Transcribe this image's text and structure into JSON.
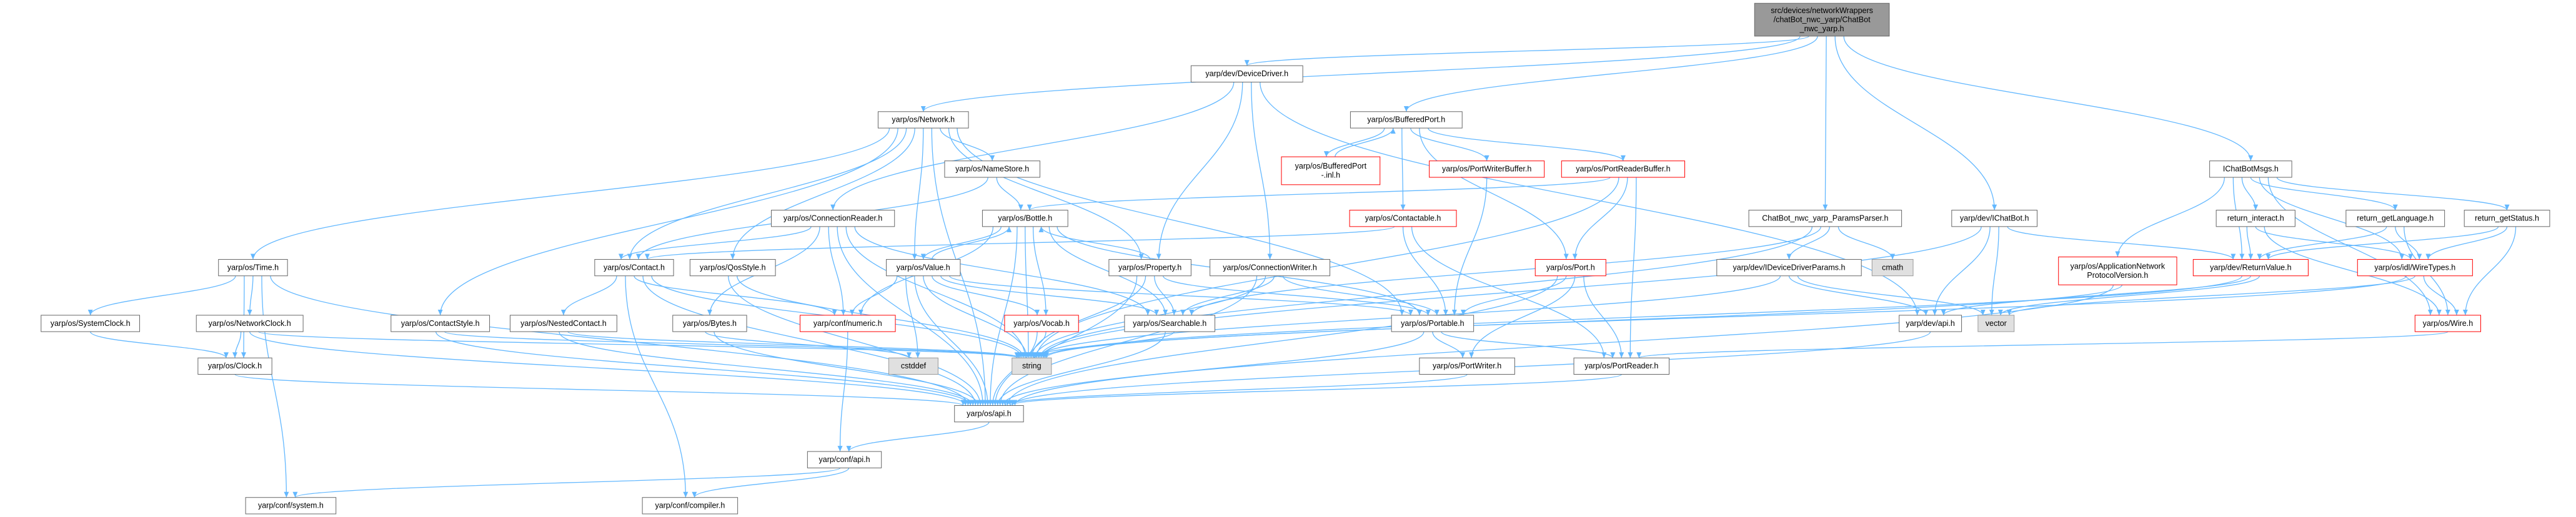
{
  "colors": {
    "edge": "#63b8ff",
    "node_fill": "#ffffff",
    "node_border": "#666666",
    "text": "#000000"
  },
  "nodes": [
    {
      "label": [
        "src/devices/networkWrappers",
        "/chatBot_nwc_yarp/ChatBot",
        "_nwc_yarp.h"
      ],
      "fill": "#999999",
      "border": "#666666"
    },
    {
      "label": [
        "yarp/dev/DeviceDriver.h"
      ]
    },
    {
      "label": [
        "yarp/os/Network.h"
      ]
    },
    {
      "label": [
        "yarp/os/BufferedPort.h"
      ]
    },
    {
      "label": [
        "yarp/os/NameStore.h"
      ]
    },
    {
      "label": [
        "yarp/os/BufferedPort",
        "-.inl.h"
      ],
      "border": "#ff0000"
    },
    {
      "label": [
        "yarp/os/PortWriterBuffer.h"
      ],
      "border": "#ff0000"
    },
    {
      "label": [
        "yarp/os/PortReaderBuffer.h"
      ],
      "border": "#ff0000"
    },
    {
      "label": [
        "IChatBotMsgs.h"
      ]
    },
    {
      "label": [
        "yarp/os/ConnectionReader.h"
      ]
    },
    {
      "label": [
        "yarp/os/Bottle.h"
      ]
    },
    {
      "label": [
        "yarp/os/Contactable.h"
      ],
      "border": "#ff0000"
    },
    {
      "label": [
        "ChatBot_nwc_yarp_ParamsParser.h"
      ]
    },
    {
      "label": [
        "yarp/dev/IChatBot.h"
      ]
    },
    {
      "label": [
        "return_interact.h"
      ]
    },
    {
      "label": [
        "return_getLanguage.h"
      ]
    },
    {
      "label": [
        "return_getStatus.h"
      ]
    },
    {
      "label": [
        "yarp/os/Time.h"
      ]
    },
    {
      "label": [
        "yarp/os/Contact.h"
      ]
    },
    {
      "label": [
        "yarp/os/QosStyle.h"
      ]
    },
    {
      "label": [
        "yarp/os/Value.h"
      ]
    },
    {
      "label": [
        "yarp/os/Property.h"
      ]
    },
    {
      "label": [
        "yarp/os/ConnectionWriter.h"
      ]
    },
    {
      "label": [
        "yarp/os/Port.h"
      ],
      "border": "#ff0000"
    },
    {
      "label": [
        "yarp/dev/IDeviceDriverParams.h"
      ]
    },
    {
      "label": [
        "cmath"
      ],
      "fill": "#e0e0e0",
      "border": "#999999"
    },
    {
      "label": [
        "yarp/os/ApplicationNetwork",
        "ProtocolVersion.h"
      ],
      "border": "#ff0000"
    },
    {
      "label": [
        "yarp/dev/ReturnValue.h"
      ],
      "border": "#ff0000"
    },
    {
      "label": [
        "yarp/os/idl/WireTypes.h"
      ],
      "border": "#ff0000"
    },
    {
      "label": [
        "yarp/os/SystemClock.h"
      ]
    },
    {
      "label": [
        "yarp/os/NetworkClock.h"
      ]
    },
    {
      "label": [
        "yarp/os/ContactStyle.h"
      ]
    },
    {
      "label": [
        "yarp/os/NestedContact.h"
      ]
    },
    {
      "label": [
        "yarp/os/Bytes.h"
      ]
    },
    {
      "label": [
        "yarp/conf/numeric.h"
      ],
      "border": "#ff0000"
    },
    {
      "label": [
        "yarp/os/Vocab.h"
      ],
      "border": "#ff0000"
    },
    {
      "label": [
        "yarp/os/Searchable.h"
      ]
    },
    {
      "label": [
        "yarp/os/Portable.h"
      ]
    },
    {
      "label": [
        "yarp/dev/api.h"
      ]
    },
    {
      "label": [
        "vector"
      ],
      "fill": "#e0e0e0",
      "border": "#999999"
    },
    {
      "label": [
        "yarp/os/Wire.h"
      ],
      "border": "#ff0000"
    },
    {
      "label": [
        "yarp/os/Clock.h"
      ]
    },
    {
      "label": [
        "cstddef"
      ],
      "fill": "#e0e0e0",
      "border": "#999999"
    },
    {
      "label": [
        "string"
      ],
      "fill": "#e0e0e0",
      "border": "#999999"
    },
    {
      "label": [
        "yarp/os/PortWriter.h"
      ]
    },
    {
      "label": [
        "yarp/os/PortReader.h"
      ]
    },
    {
      "label": [
        "yarp/os/api.h"
      ]
    },
    {
      "label": [
        "yarp/conf/api.h"
      ]
    },
    {
      "label": [
        "yarp/conf/system.h"
      ]
    },
    {
      "label": [
        "yarp/conf/compiler.h"
      ]
    }
  ],
  "edges": [
    [
      0,
      1
    ],
    [
      0,
      2
    ],
    [
      0,
      3
    ],
    [
      0,
      12
    ],
    [
      0,
      13
    ],
    [
      0,
      8
    ],
    [
      1,
      9
    ],
    [
      1,
      21
    ],
    [
      1,
      22
    ],
    [
      1,
      38
    ],
    [
      2,
      17
    ],
    [
      2,
      18
    ],
    [
      2,
      19
    ],
    [
      2,
      31
    ],
    [
      2,
      4
    ],
    [
      2,
      20
    ],
    [
      2,
      21
    ],
    [
      2,
      37
    ],
    [
      2,
      46
    ],
    [
      3,
      5
    ],
    [
      5,
      3
    ],
    [
      3,
      6
    ],
    [
      3,
      7
    ],
    [
      3,
      11
    ],
    [
      3,
      23
    ],
    [
      4,
      10
    ],
    [
      4,
      18
    ],
    [
      6,
      37
    ],
    [
      7,
      23
    ],
    [
      7,
      45
    ],
    [
      7,
      10
    ],
    [
      7,
      43
    ],
    [
      8,
      14
    ],
    [
      8,
      15
    ],
    [
      8,
      16
    ],
    [
      8,
      26
    ],
    [
      8,
      27
    ],
    [
      8,
      28
    ],
    [
      8,
      40
    ],
    [
      9,
      18
    ],
    [
      9,
      33
    ],
    [
      9,
      34
    ],
    [
      9,
      36
    ],
    [
      9,
      43
    ],
    [
      9,
      46
    ],
    [
      10,
      20
    ],
    [
      20,
      10
    ],
    [
      10,
      36
    ],
    [
      10,
      37
    ],
    [
      10,
      35
    ],
    [
      10,
      43
    ],
    [
      10,
      46
    ],
    [
      10,
      34
    ],
    [
      11,
      18
    ],
    [
      11,
      37
    ],
    [
      11,
      45
    ],
    [
      12,
      24
    ],
    [
      12,
      25
    ],
    [
      12,
      36
    ],
    [
      12,
      43
    ],
    [
      13,
      38
    ],
    [
      13,
      27
    ],
    [
      13,
      39
    ],
    [
      13,
      43
    ],
    [
      14,
      27
    ],
    [
      14,
      28
    ],
    [
      14,
      40
    ],
    [
      15,
      27
    ],
    [
      15,
      28
    ],
    [
      15,
      40
    ],
    [
      16,
      27
    ],
    [
      16,
      28
    ],
    [
      16,
      40
    ],
    [
      17,
      29
    ],
    [
      17,
      30
    ],
    [
      17,
      41
    ],
    [
      17,
      46
    ],
    [
      17,
      48
    ],
    [
      18,
      32
    ],
    [
      18,
      34
    ],
    [
      18,
      43
    ],
    [
      18,
      46
    ],
    [
      18,
      49
    ],
    [
      19,
      43
    ],
    [
      19,
      46
    ],
    [
      20,
      36
    ],
    [
      20,
      35
    ],
    [
      20,
      34
    ],
    [
      20,
      42
    ],
    [
      20,
      43
    ],
    [
      20,
      46
    ],
    [
      20,
      37
    ],
    [
      21,
      36
    ],
    [
      21,
      37
    ],
    [
      21,
      43
    ],
    [
      21,
      46
    ],
    [
      21,
      10
    ],
    [
      22,
      36
    ],
    [
      22,
      43
    ],
    [
      22,
      46
    ],
    [
      22,
      37
    ],
    [
      23,
      37
    ],
    [
      23,
      44
    ],
    [
      23,
      45
    ],
    [
      23,
      46
    ],
    [
      24,
      38
    ],
    [
      24,
      43
    ],
    [
      24,
      39
    ],
    [
      26,
      43
    ],
    [
      26,
      46
    ],
    [
      27,
      38
    ],
    [
      27,
      39
    ],
    [
      27,
      43
    ],
    [
      28,
      40
    ],
    [
      28,
      39
    ],
    [
      28,
      43
    ],
    [
      29,
      41
    ],
    [
      30,
      41
    ],
    [
      30,
      43
    ],
    [
      30,
      46
    ],
    [
      31,
      43
    ],
    [
      31,
      46
    ],
    [
      32,
      43
    ],
    [
      32,
      46
    ],
    [
      33,
      42
    ],
    [
      33,
      46
    ],
    [
      34,
      47
    ],
    [
      35,
      43
    ],
    [
      35,
      46
    ],
    [
      36,
      43
    ],
    [
      36,
      46
    ],
    [
      37,
      44
    ],
    [
      37,
      45
    ],
    [
      37,
      46
    ],
    [
      38,
      46
    ],
    [
      40,
      45
    ],
    [
      41,
      46
    ],
    [
      44,
      46
    ],
    [
      45,
      46
    ],
    [
      46,
      47
    ],
    [
      47,
      48
    ],
    [
      47,
      49
    ]
  ]
}
